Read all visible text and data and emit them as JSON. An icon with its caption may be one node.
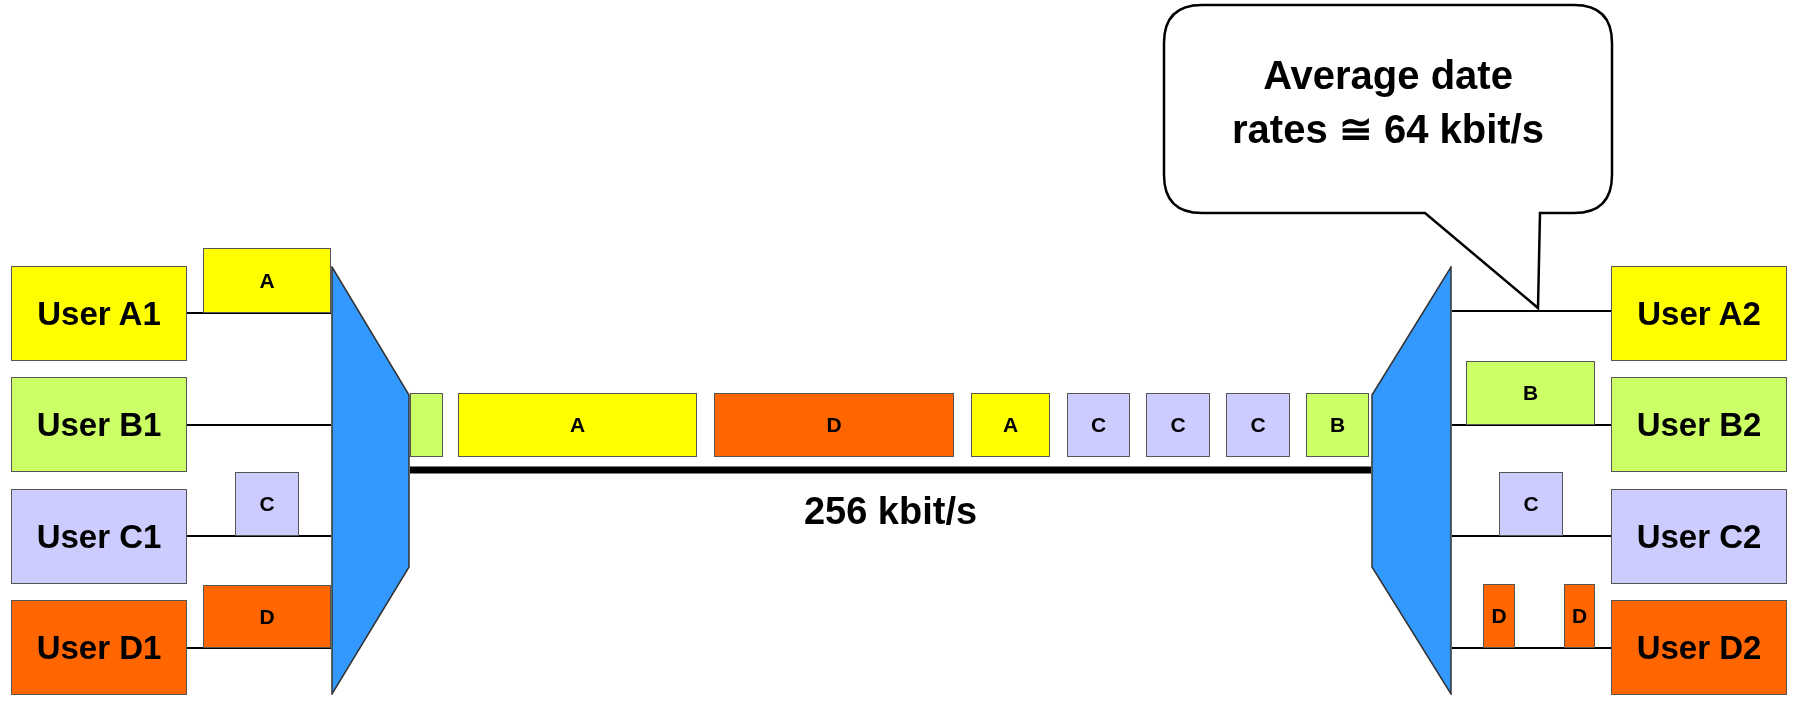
{
  "diagram": {
    "nodes": [
      {
        "text": [
          "Average date rates ≅ 64 kbit/s"
        ]
      },
      {
        "text": [
          "User A1"
        ]
      },
      {
        "text": [
          "A"
        ]
      },
      {
        "text": [
          "User B1"
        ]
      },
      {
        "text": [
          "C"
        ]
      },
      {
        "text": [
          "User C1"
        ]
      },
      {
        "text": [
          "D"
        ]
      },
      {
        "text": [
          "User D1"
        ]
      },
      {
        "text": [],
        "shape": "trapezoid"
      },
      {
        "text": [],
        "shape": "box"
      },
      {
        "text": [
          "A"
        ]
      },
      {
        "text": [
          "D"
        ]
      },
      {
        "text": [
          "A"
        ]
      },
      {
        "text": [
          "C"
        ]
      },
      {
        "text": [
          "C"
        ]
      },
      {
        "text": [
          "C"
        ]
      },
      {
        "text": [
          "B"
        ]
      },
      {
        "text": [],
        "shape": "trapezoid"
      },
      {
        "text": [
          "B"
        ]
      },
      {
        "text": [
          "C"
        ]
      },
      {
        "text": [
          "D"
        ]
      },
      {
        "text": [
          "D"
        ]
      },
      {
        "text": [
          "User A2"
        ]
      },
      {
        "text": [
          "User B2"
        ]
      },
      {
        "text": [
          "User C2"
        ]
      },
      {
        "text": [
          "User D2"
        ]
      }
    ],
    "edges": [
      {
        "from": 1,
        "to": 8,
        "arrow": "none"
      },
      {
        "from": 3,
        "to": 8,
        "arrow": "none"
      },
      {
        "from": 5,
        "to": 8,
        "arrow": "none"
      },
      {
        "from": 7,
        "to": 8,
        "arrow": "none"
      },
      {
        "from": 8,
        "to": 17,
        "arrow": "none",
        "label": "256 kbit/s",
        "style": "thick"
      },
      {
        "from": 17,
        "to": 22,
        "arrow": "none"
      },
      {
        "from": 17,
        "to": 23,
        "arrow": "none"
      },
      {
        "from": 17,
        "to": 24,
        "arrow": "none"
      },
      {
        "from": 17,
        "to": 25,
        "arrow": "none"
      }
    ]
  }
}
